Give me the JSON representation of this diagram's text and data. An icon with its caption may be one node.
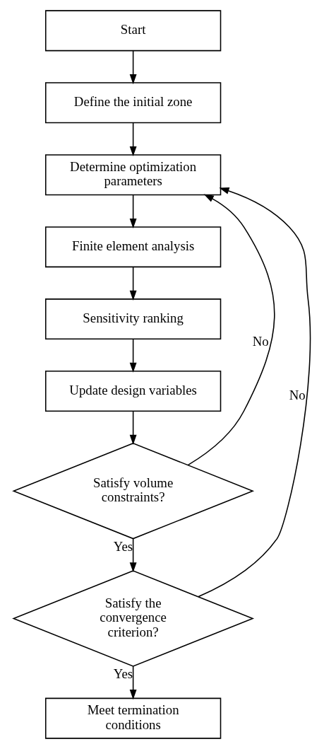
{
  "diagram": {
    "nodes": [
      {
        "text": [
          "Start"
        ]
      },
      {
        "text": [
          "Define the initial zone"
        ]
      },
      {
        "text": [
          "Determine optimization parameters"
        ]
      },
      {
        "text": [
          "Finite element analysis"
        ]
      },
      {
        "text": [
          "Sensitivity ranking"
        ]
      },
      {
        "text": [
          "Update design variables"
        ]
      },
      {
        "text": [
          "Satisfy volume constraints?"
        ]
      },
      {
        "text": [
          "Satisfy the convergence criterion?"
        ]
      },
      {
        "text": [
          "Meet termination conditions"
        ]
      }
    ],
    "edges": [
      {
        "from": 0,
        "to": 1,
        "arrow": "to"
      },
      {
        "from": 1,
        "to": 2,
        "arrow": "to"
      },
      {
        "from": 2,
        "to": 3,
        "arrow": "to"
      },
      {
        "from": 3,
        "to": 4,
        "arrow": "to"
      },
      {
        "from": 4,
        "to": 5,
        "arrow": "to"
      },
      {
        "from": 5,
        "to": 6,
        "arrow": "to"
      },
      {
        "from": 6,
        "to": 2,
        "arrow": "to",
        "label": "No"
      },
      {
        "from": 6,
        "to": 7,
        "arrow": "to",
        "label": "Yes"
      },
      {
        "from": 7,
        "to": 2,
        "arrow": "to",
        "label": "No"
      },
      {
        "from": 7,
        "to": 8,
        "arrow": "to",
        "label": "Yes"
      }
    ]
  }
}
